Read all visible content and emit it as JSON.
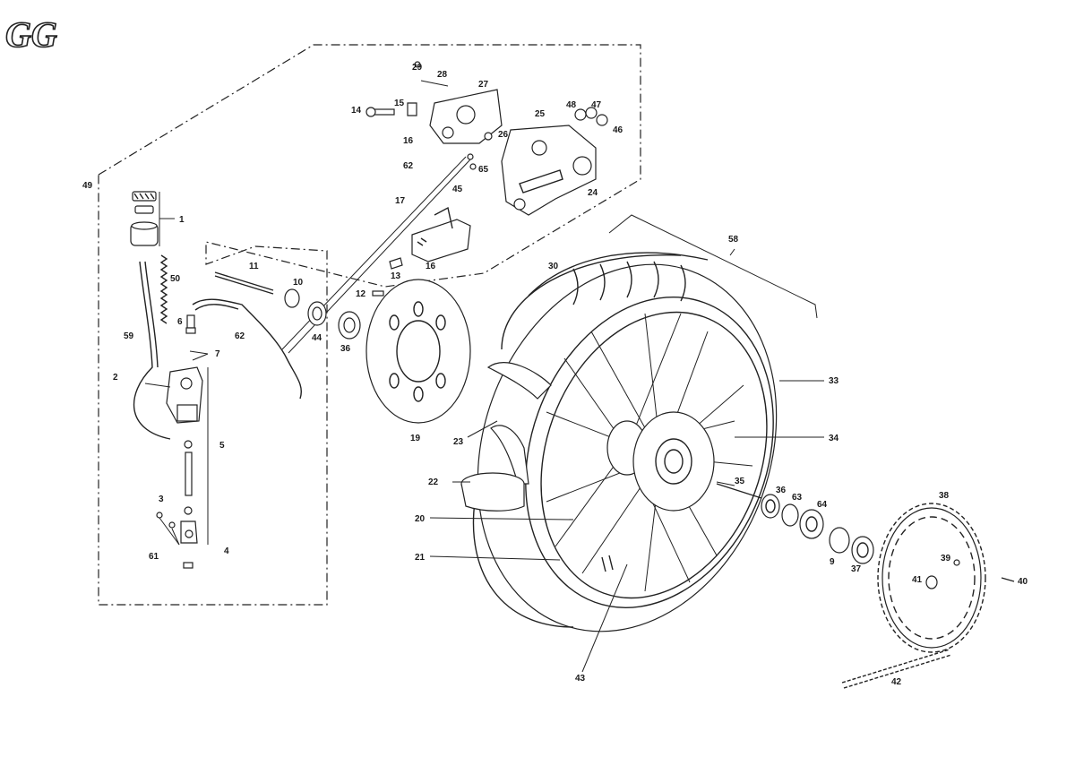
{
  "brand": {
    "text": "GG"
  },
  "callouts": [
    {
      "id": "1",
      "text": "1"
    },
    {
      "id": "2",
      "text": "2"
    },
    {
      "id": "3",
      "text": "3"
    },
    {
      "id": "4",
      "text": "4"
    },
    {
      "id": "5",
      "text": "5"
    },
    {
      "id": "6",
      "text": "6"
    },
    {
      "id": "7",
      "text": "7"
    },
    {
      "id": "9",
      "text": "9"
    },
    {
      "id": "10",
      "text": "10"
    },
    {
      "id": "11",
      "text": "11"
    },
    {
      "id": "12",
      "text": "12"
    },
    {
      "id": "13",
      "text": "13"
    },
    {
      "id": "14",
      "text": "14"
    },
    {
      "id": "15",
      "text": "15"
    },
    {
      "id": "16a",
      "text": "16"
    },
    {
      "id": "16b",
      "text": "16"
    },
    {
      "id": "17",
      "text": "17"
    },
    {
      "id": "19",
      "text": "19"
    },
    {
      "id": "20",
      "text": "20"
    },
    {
      "id": "21",
      "text": "21"
    },
    {
      "id": "22",
      "text": "22"
    },
    {
      "id": "23",
      "text": "23"
    },
    {
      "id": "24",
      "text": "24"
    },
    {
      "id": "25",
      "text": "25"
    },
    {
      "id": "26",
      "text": "26"
    },
    {
      "id": "27",
      "text": "27"
    },
    {
      "id": "28",
      "text": "28"
    },
    {
      "id": "29",
      "text": "29"
    },
    {
      "id": "30",
      "text": "30"
    },
    {
      "id": "33",
      "text": "33"
    },
    {
      "id": "34",
      "text": "34"
    },
    {
      "id": "35",
      "text": "35"
    },
    {
      "id": "36a",
      "text": "36"
    },
    {
      "id": "36b",
      "text": "36"
    },
    {
      "id": "37",
      "text": "37"
    },
    {
      "id": "38",
      "text": "38"
    },
    {
      "id": "39",
      "text": "39"
    },
    {
      "id": "40",
      "text": "40"
    },
    {
      "id": "41",
      "text": "41"
    },
    {
      "id": "42",
      "text": "42"
    },
    {
      "id": "43",
      "text": "43"
    },
    {
      "id": "44",
      "text": "44"
    },
    {
      "id": "45",
      "text": "45"
    },
    {
      "id": "46",
      "text": "46"
    },
    {
      "id": "47",
      "text": "47"
    },
    {
      "id": "48",
      "text": "48"
    },
    {
      "id": "49",
      "text": "49"
    },
    {
      "id": "50",
      "text": "50"
    },
    {
      "id": "58",
      "text": "58"
    },
    {
      "id": "59",
      "text": "59"
    },
    {
      "id": "61",
      "text": "61"
    },
    {
      "id": "62a",
      "text": "62"
    },
    {
      "id": "62b",
      "text": "62"
    },
    {
      "id": "63",
      "text": "63"
    },
    {
      "id": "64",
      "text": "64"
    },
    {
      "id": "65",
      "text": "65"
    }
  ]
}
